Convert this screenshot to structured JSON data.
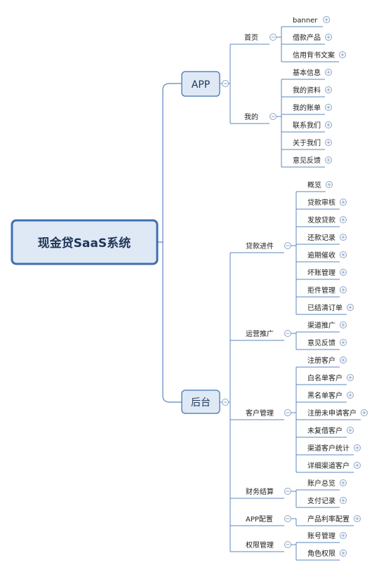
{
  "root": {
    "label": "现金贷SaaS系统",
    "branches": [
      {
        "label": "APP",
        "children": [
          {
            "label": "首页",
            "children": [
              "banner",
              "借款产品",
              "信用背书文案"
            ]
          },
          {
            "label": "我的",
            "children": [
              "基本信息",
              "我的资料",
              "我的账单",
              "联系我们",
              "关于我们",
              "意见反馈"
            ]
          }
        ]
      },
      {
        "label": "后台",
        "children": [
          {
            "label": "贷款进件",
            "children": [
              "概览",
              "贷款审核",
              "发放贷款",
              "还款记录",
              "逾期催收",
              "坏账管理",
              "拒件管理",
              "已结清订单"
            ]
          },
          {
            "label": "运营推广",
            "children": [
              "渠道推广",
              "意见反馈"
            ]
          },
          {
            "label": "客户管理",
            "children": [
              "注册客户",
              "白名单客户",
              "黑名单客户",
              "注册未申请客户",
              "未复借客户",
              "渠道客户统计",
              "详细渠道客户"
            ]
          },
          {
            "label": "财务结算",
            "children": [
              "账户总览",
              "支付记录"
            ]
          },
          {
            "label": "APP配置",
            "children": [
              "产品利率配置"
            ]
          },
          {
            "label": "权限管理",
            "children": [
              "账号管理",
              "角色权限"
            ]
          }
        ]
      }
    ]
  },
  "colors": {
    "line": "#5b87bd",
    "rootFill": "#dfe9f6",
    "rootStroke": "#3f6fb0",
    "branchFill": "#dfe9f6",
    "branchStroke": "#5b87bd",
    "toggle": "#8aa4c4"
  }
}
